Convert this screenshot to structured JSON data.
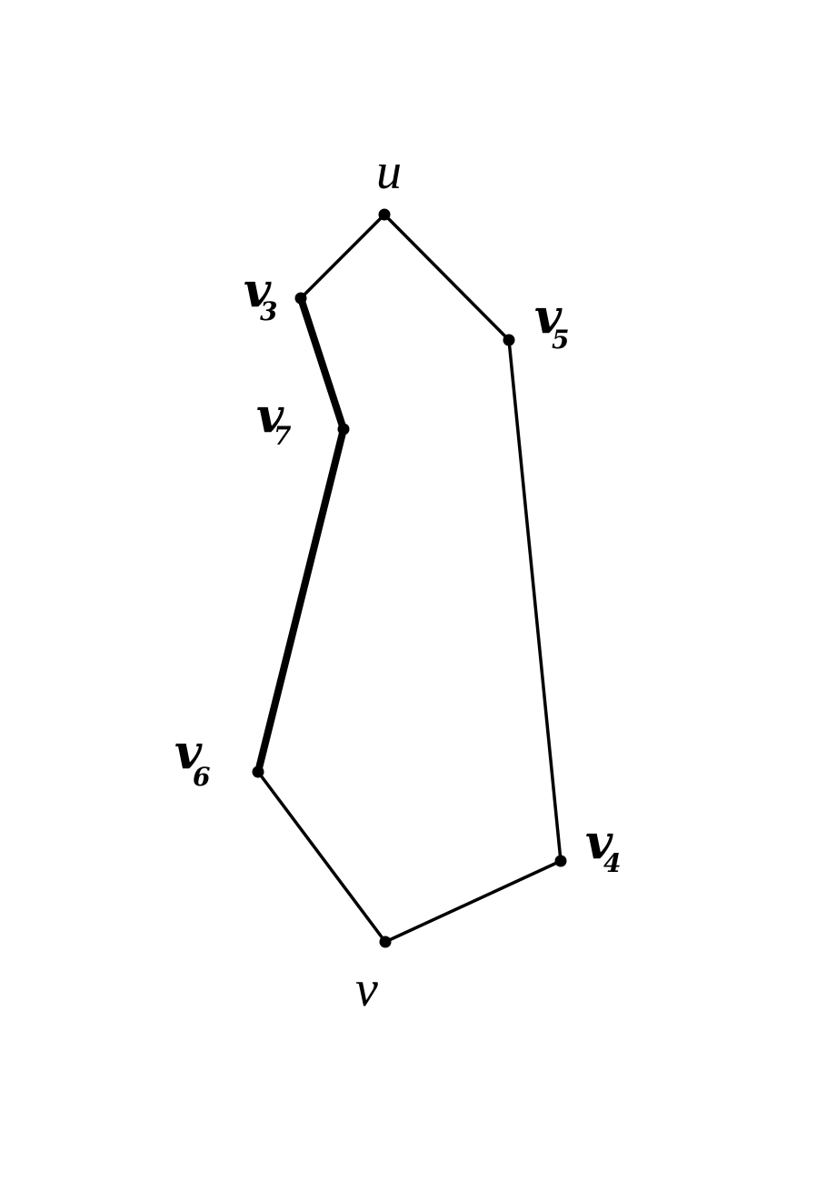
{
  "vertices": [
    {
      "id": "u",
      "label": "u",
      "sub": ""
    },
    {
      "id": "v3",
      "label": "v",
      "sub": "3"
    },
    {
      "id": "v5",
      "label": "v",
      "sub": "5"
    },
    {
      "id": "v7",
      "label": "v",
      "sub": "7"
    },
    {
      "id": "v6",
      "label": "v",
      "sub": "6"
    },
    {
      "id": "v4",
      "label": "v",
      "sub": "4"
    },
    {
      "id": "v",
      "label": "v",
      "sub": ""
    }
  ],
  "edges": [
    {
      "from": "u",
      "to": "v3",
      "emphasis": "normal"
    },
    {
      "from": "u",
      "to": "v5",
      "emphasis": "normal"
    },
    {
      "from": "v3",
      "to": "v7",
      "emphasis": "bold"
    },
    {
      "from": "v7",
      "to": "v6",
      "emphasis": "bold"
    },
    {
      "from": "v5",
      "to": "v4",
      "emphasis": "normal"
    },
    {
      "from": "v6",
      "to": "v",
      "emphasis": "normal"
    },
    {
      "from": "v4",
      "to": "v",
      "emphasis": "normal"
    }
  ]
}
